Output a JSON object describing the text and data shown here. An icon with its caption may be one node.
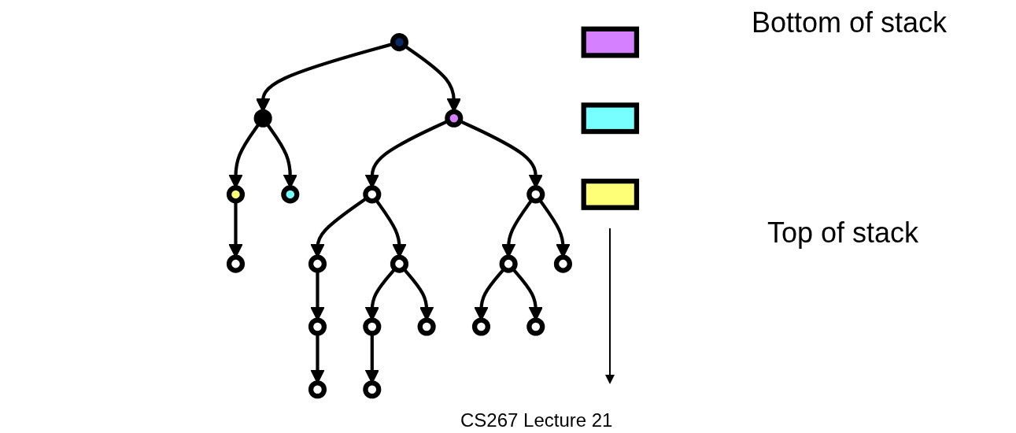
{
  "diagram": {
    "caption": "CS267 Lecture 21",
    "nodes": [
      {
        "text": [],
        "shape": "circle"
      },
      {
        "text": [],
        "shape": "circle"
      },
      {
        "text": [],
        "shape": "circle"
      },
      {
        "text": [],
        "shape": "circle"
      },
      {
        "text": [],
        "shape": "circle"
      },
      {
        "text": [],
        "shape": "circle"
      },
      {
        "text": [],
        "shape": "circle"
      },
      {
        "text": [],
        "shape": "circle"
      },
      {
        "text": [],
        "shape": "circle"
      },
      {
        "text": [],
        "shape": "circle"
      },
      {
        "text": [],
        "shape": "circle"
      },
      {
        "text": [],
        "shape": "circle"
      },
      {
        "text": [],
        "shape": "circle"
      },
      {
        "text": [],
        "shape": "circle"
      },
      {
        "text": [],
        "shape": "circle"
      },
      {
        "text": [],
        "shape": "circle"
      },
      {
        "text": [],
        "shape": "circle"
      },
      {
        "text": [],
        "shape": "circle"
      },
      {
        "text": [],
        "shape": "circle"
      },
      {
        "text": [],
        "shape": "box"
      },
      {
        "text": [],
        "shape": "box"
      },
      {
        "text": [],
        "shape": "box"
      }
    ],
    "edges": [
      {
        "from": 0,
        "to": 1,
        "arrow": "to"
      },
      {
        "from": 0,
        "to": 2,
        "arrow": "to"
      },
      {
        "from": 1,
        "to": 3,
        "arrow": "to"
      },
      {
        "from": 1,
        "to": 4,
        "arrow": "to"
      },
      {
        "from": 2,
        "to": 5,
        "arrow": "to"
      },
      {
        "from": 2,
        "to": 6,
        "arrow": "to"
      },
      {
        "from": 3,
        "to": 7,
        "arrow": "to"
      },
      {
        "from": 5,
        "to": 8,
        "arrow": "to"
      },
      {
        "from": 5,
        "to": 9,
        "arrow": "to"
      },
      {
        "from": 6,
        "to": 10,
        "arrow": "to"
      },
      {
        "from": 6,
        "to": 11,
        "arrow": "to"
      },
      {
        "from": 8,
        "to": 12,
        "arrow": "to"
      },
      {
        "from": 9,
        "to": 13,
        "arrow": "to"
      },
      {
        "from": 9,
        "to": 14,
        "arrow": "to"
      },
      {
        "from": 10,
        "to": 15,
        "arrow": "to"
      },
      {
        "from": 10,
        "to": 16,
        "arrow": "to"
      },
      {
        "from": 12,
        "to": 17,
        "arrow": "to"
      },
      {
        "from": 13,
        "to": 18,
        "arrow": "to"
      }
    ],
    "labels": [
      "Bottom of stack",
      "Top of stack"
    ]
  }
}
